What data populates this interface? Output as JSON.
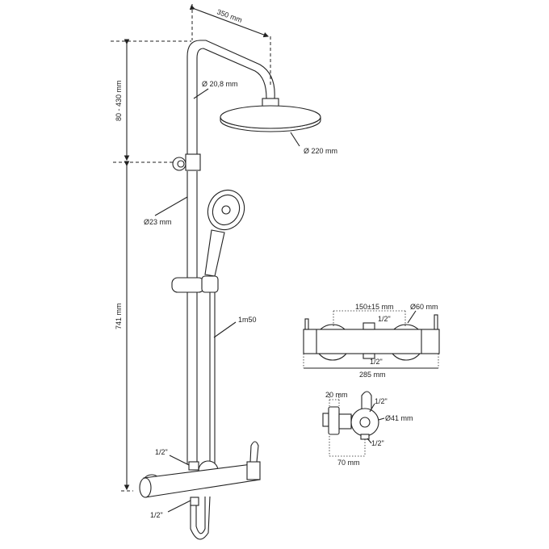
{
  "labels": {
    "arm_length": "350 mm",
    "arm_diameter": "Ø 20,8 mm",
    "head_diameter": "Ø 220 mm",
    "height_adjust": "80 - 430 mm",
    "riser_diameter": "Ø23 mm",
    "riser_height": "741 mm",
    "hose_length": "1m50",
    "inlet_top": "1/2\"",
    "outlet_bottom": "1/2\"",
    "top_view_spacing": "150±15 mm",
    "top_view_knob_diameter": "Ø60 mm",
    "top_view_outlet_top": "1/2\"",
    "top_view_outlet_bottom": "1/2\"",
    "top_view_width": "285 mm",
    "side_view_depth_small": "20 mm",
    "side_view_top": "1/2\"",
    "side_view_diameter": "Ø41 mm",
    "side_view_bottom": "1/2\"",
    "side_view_depth": "70 mm"
  }
}
